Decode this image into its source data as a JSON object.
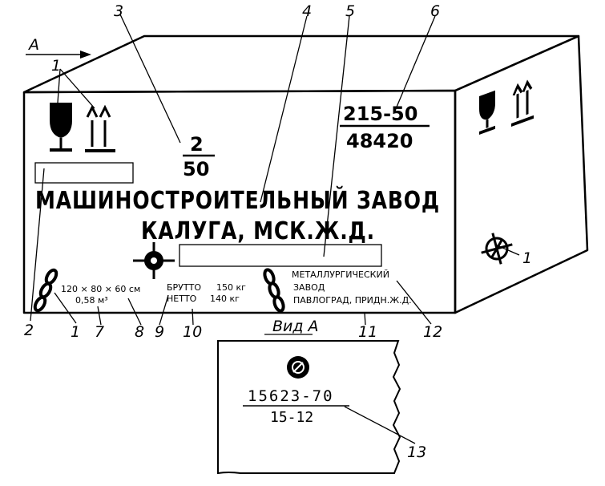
{
  "view_arrow_label": "A",
  "callouts": [
    "1",
    "1",
    "2",
    "1",
    "3",
    "4",
    "5",
    "6",
    "7",
    "8",
    "9",
    "10",
    "11",
    "12",
    "13"
  ],
  "front": {
    "fraction_top": "2",
    "fraction_bottom": "50",
    "code_top": "215-50",
    "code_bottom": "48420",
    "line1": "МАШИНОСТРОИТЕЛЬНЫЙ ЗАВОД",
    "line2": "КАЛУГА, МСК.Ж.Д.",
    "dims": "120 × 80 × 60 см",
    "volume": "0,58 м³",
    "gross_label": "БРУТТО",
    "gross_value": "150 кг",
    "net_label": "НЕТТО",
    "net_value": "140 кг",
    "sender_line1": "МЕТАЛЛУРГИЧЕСКИЙ",
    "sender_line2": "ЗАВОД",
    "sender_line3": "ПАВЛОГРАД, ПРИДН.Ж.Д."
  },
  "view": {
    "title": "Вид А",
    "code_top": "15623-70",
    "code_bottom": "15-12"
  }
}
